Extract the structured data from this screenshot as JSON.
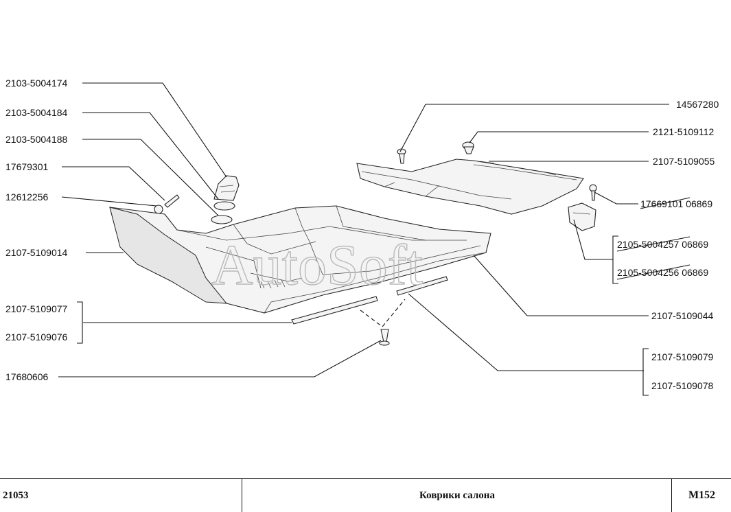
{
  "watermark": "AutoSoft",
  "labels": {
    "p_2103_5004174": "2103-5004174",
    "p_2103_5004184": "2103-5004184",
    "p_2103_5004188": "2103-5004188",
    "p_17679301": "17679301",
    "p_12612256": "12612256",
    "p_2107_5109014": "2107-5109014",
    "p_2107_5109077": "2107-5109077",
    "p_2107_5109076": "2107-5109076",
    "p_17680606": "17680606",
    "p_14567280": "14567280",
    "p_2121_5109112": "2121-5109112",
    "p_2107_5109055": "2107-5109055",
    "p_17669101": "17669101 06869",
    "p_2105_5004257": "2105-5004257 06869",
    "p_2105_5004256": "2105-5004256 06869",
    "p_2107_5109044": "2107-5109044",
    "p_2107_5109079": "2107-5109079",
    "p_2107_5109078": "2107-5109078"
  },
  "titleblock": {
    "model": "21053",
    "title": "Коврики салона",
    "code": "M152"
  }
}
